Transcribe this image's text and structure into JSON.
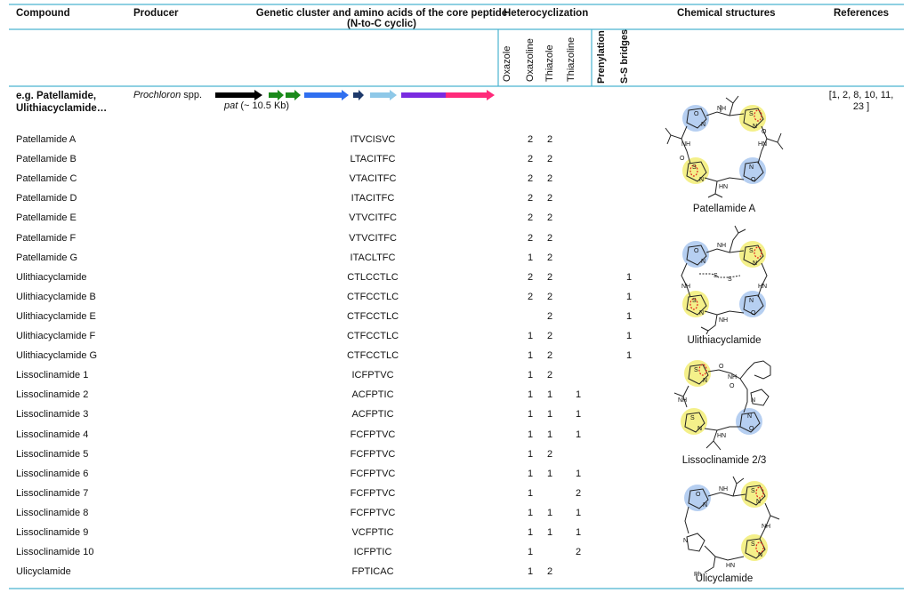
{
  "header": {
    "compound": "Compound",
    "producer": "Producer",
    "genetic_line1": "Genetic cluster and amino acids of the core peptide",
    "genetic_line2": "(N-to-C cyclic)",
    "heterocyclization": "Heterocyclization",
    "oxazole": "Oxazole",
    "oxazoline": "Oxazoline",
    "thiazole": "Thiazole",
    "thiazoline": "Thiazoline",
    "prenylation": "Prenylation",
    "ss_bridges": "S-S bridges",
    "chemical_structures": "Chemical structures",
    "references": "References"
  },
  "example": {
    "compound_line1": "e.g. Patellamide,",
    "compound_line2": "Ulithiacyclamide…",
    "producer_italic": "Prochloron",
    "producer_rest": " spp.",
    "cluster_italic": "pat",
    "cluster_rest": " (~ 10.5 Kb)",
    "references_line1": "[1, 2, 8, 10, 11,",
    "references_line2": "23 ]"
  },
  "rows": [
    {
      "compound": "Patellamide A",
      "seq": "ITVCISVC",
      "oxazoline": "2",
      "thiazole": "2",
      "thiazoline": "",
      "ss": ""
    },
    {
      "compound": "Patellamide B",
      "seq": "LTACITFC",
      "oxazoline": "2",
      "thiazole": "2",
      "thiazoline": "",
      "ss": ""
    },
    {
      "compound": "Patellamide C",
      "seq": "VTACITFC",
      "oxazoline": "2",
      "thiazole": "2",
      "thiazoline": "",
      "ss": ""
    },
    {
      "compound": "Patellamide D",
      "seq": "ITACITFC",
      "oxazoline": "2",
      "thiazole": "2",
      "thiazoline": "",
      "ss": ""
    },
    {
      "compound": "Patellamide E",
      "seq": "VTVCITFC",
      "oxazoline": "2",
      "thiazole": "2",
      "thiazoline": "",
      "ss": ""
    },
    {
      "compound": "Patellamide F",
      "seq": "VTVCITFC",
      "oxazoline": "2",
      "thiazole": "2",
      "thiazoline": "",
      "ss": ""
    },
    {
      "compound": "Patellamide G",
      "seq": "ITACLTFC",
      "oxazoline": "1",
      "thiazole": "2",
      "thiazoline": "",
      "ss": ""
    },
    {
      "compound": "Ulithiacyclamide",
      "seq": "CTLCCTLC",
      "oxazoline": "2",
      "thiazole": "2",
      "thiazoline": "",
      "ss": "1"
    },
    {
      "compound": "Ulithiacyclamide B",
      "seq": "CTFCCTLC",
      "oxazoline": "2",
      "thiazole": "2",
      "thiazoline": "",
      "ss": "1"
    },
    {
      "compound": "Ulithiacyclamide E",
      "seq": "CTFCCTLC",
      "oxazoline": "",
      "thiazole": "2",
      "thiazoline": "",
      "ss": "1"
    },
    {
      "compound": "Ulithiacyclamide F",
      "seq": "CTFCCTLC",
      "oxazoline": "1",
      "thiazole": "2",
      "thiazoline": "",
      "ss": "1"
    },
    {
      "compound": "Ulithiacyclamide G",
      "seq": "CTFCCTLC",
      "oxazoline": "1",
      "thiazole": "2",
      "thiazoline": "",
      "ss": "1"
    },
    {
      "compound": "Lissoclinamide 1",
      "seq": "ICFPTVC",
      "oxazoline": "1",
      "thiazole": "2",
      "thiazoline": "",
      "ss": ""
    },
    {
      "compound": "Lissoclinamide 2",
      "seq": "ACFPTIC",
      "oxazoline": "1",
      "thiazole": "1",
      "thiazoline": "1",
      "ss": ""
    },
    {
      "compound": "Lissoclinamide 3",
      "seq": "ACFPTIC",
      "oxazoline": "1",
      "thiazole": "1",
      "thiazoline": "1",
      "ss": ""
    },
    {
      "compound": "Lissoclinamide 4",
      "seq": "FCFPTVC",
      "oxazoline": "1",
      "thiazole": "1",
      "thiazoline": "1",
      "ss": ""
    },
    {
      "compound": "Lissoclinamide 5",
      "seq": "FCFPTVC",
      "oxazoline": "1",
      "thiazole": "2",
      "thiazoline": "",
      "ss": ""
    },
    {
      "compound": "Lissoclinamide 6",
      "seq": "FCFPTVC",
      "oxazoline": "1",
      "thiazole": "1",
      "thiazoline": "1",
      "ss": ""
    },
    {
      "compound": "Lissoclinamide 7",
      "seq": "FCFPTVC",
      "oxazoline": "1",
      "thiazole": "",
      "thiazoline": "2",
      "ss": ""
    },
    {
      "compound": "Lissoclinamide 8",
      "seq": "FCFPTVC",
      "oxazoline": "1",
      "thiazole": "1",
      "thiazoline": "1",
      "ss": ""
    },
    {
      "compound": "Lissoclinamide 9",
      "seq": "VCFPTIC",
      "oxazoline": "1",
      "thiazole": "1",
      "thiazoline": "1",
      "ss": ""
    },
    {
      "compound": "Lissoclinamide 10",
      "seq": "ICFPTIC",
      "oxazoline": "1",
      "thiazole": "",
      "thiazoline": "2",
      "ss": ""
    },
    {
      "compound": "Ulicyclamide",
      "seq": "FPTICAC",
      "oxazoline": "1",
      "thiazole": "2",
      "thiazoline": "",
      "ss": ""
    }
  ],
  "structures": [
    {
      "label": "Patellamide  A"
    },
    {
      "label": "Ulithiacyclamide"
    },
    {
      "label": "Lissoclinamide  2/3"
    },
    {
      "label": "Ulicyclamide"
    }
  ],
  "colors": {
    "rule": "#4bb3d0",
    "oxazoline_highlight": "#a9c7ee",
    "thiazole_highlight": "#f4f08a",
    "double_bond_mark": "#e0261f",
    "genes": [
      "#000000",
      "#1a8a1a",
      "#1a8a1a",
      "#2f6ff0",
      "#1e3a6b",
      "#8ec8e8",
      "#7a2be0",
      "#ff2a7a"
    ]
  }
}
